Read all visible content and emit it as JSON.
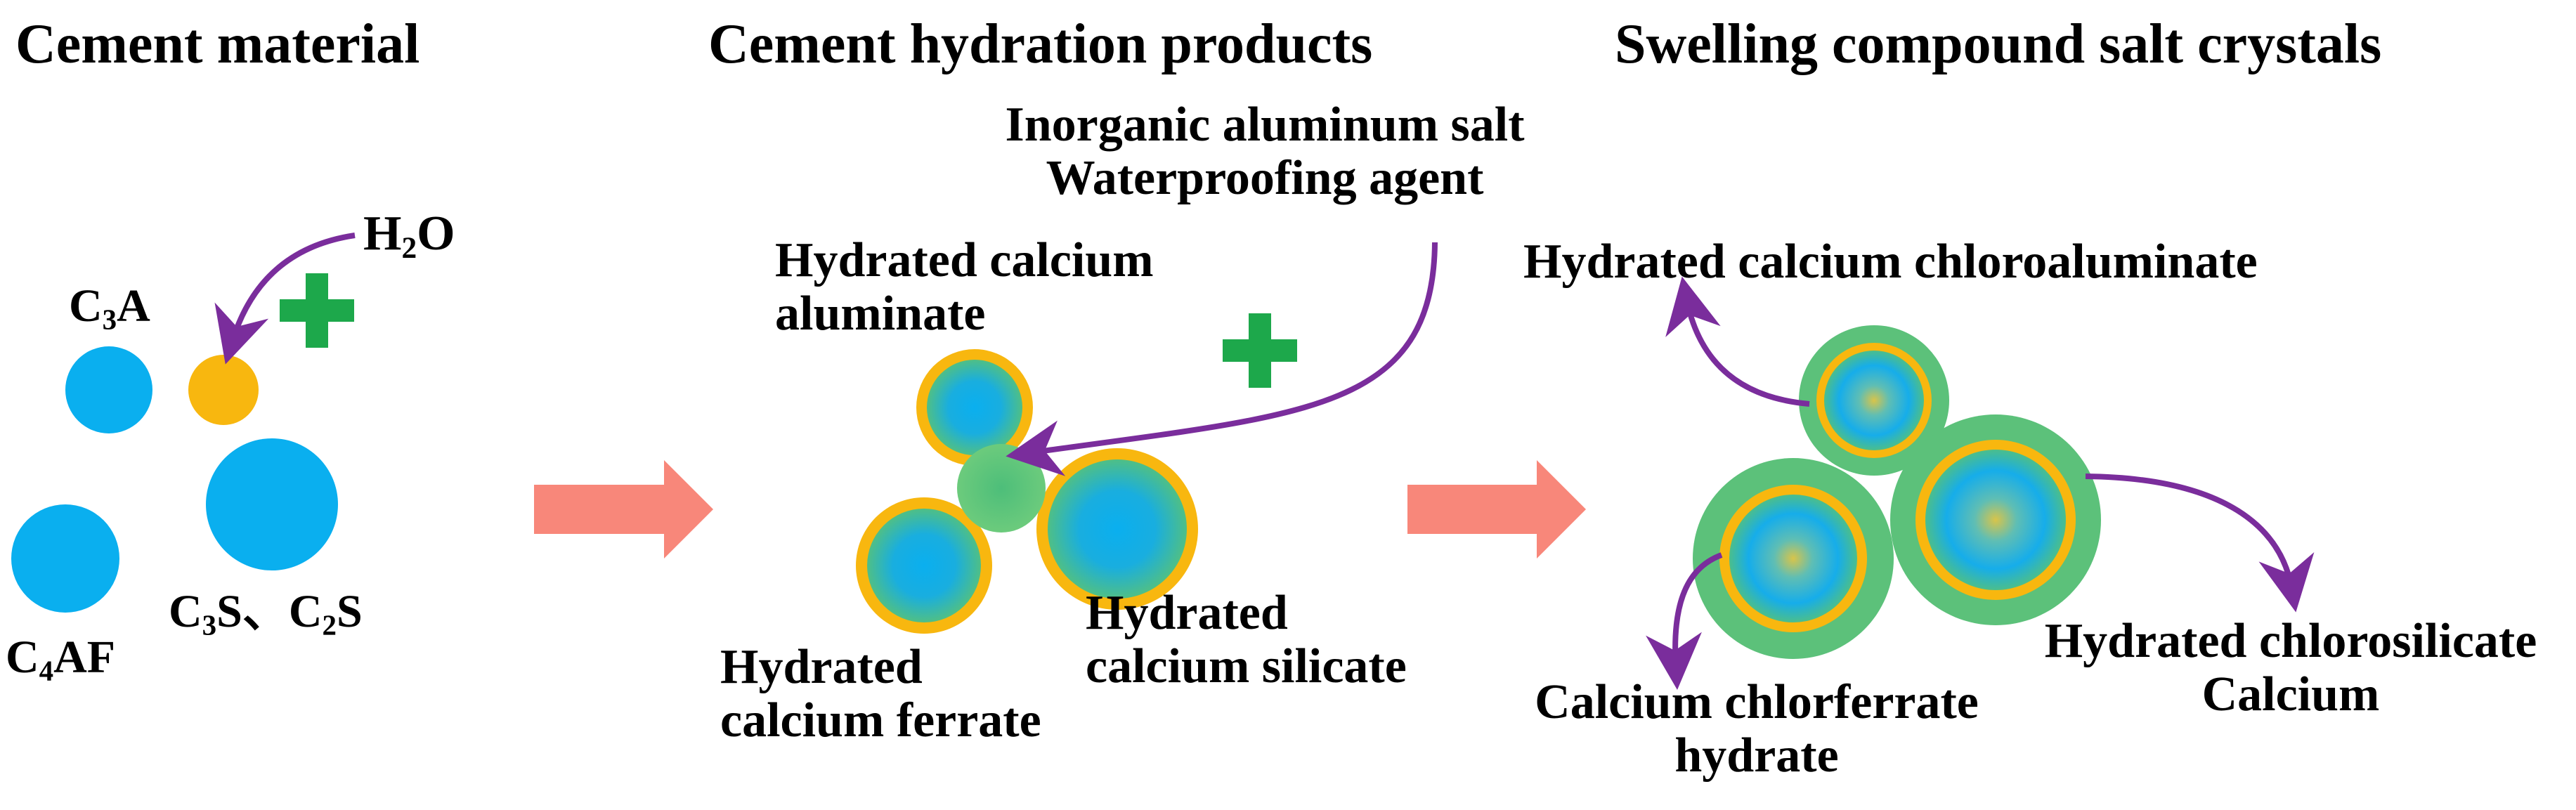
{
  "titles": {
    "cement_material": "Cement material",
    "hydration_products": "Cement hydration products",
    "swelling_crystals": "Swelling compound salt crystals"
  },
  "panel1": {
    "c3a": {
      "main": "C",
      "sub": "3",
      "rest": "A"
    },
    "c4af": {
      "main": "C",
      "sub": "4",
      "rest": "AF"
    },
    "c3s_c2s": {
      "c1": "C",
      "s1": "3",
      "r1": "S、",
      "c2": "C",
      "s2": "2",
      "r2": "S"
    },
    "water": {
      "main": "H",
      "sub": "2",
      "rest": "O"
    }
  },
  "panel2": {
    "additive_line1": "Inorganic aluminum salt",
    "additive_line2": "Waterproofing agent",
    "aluminate_line1": "Hydrated calcium",
    "aluminate_line2": "aluminate",
    "ferrate_line1": "Hydrated",
    "ferrate_line2": "calcium ferrate",
    "silicate_line1": "Hydrated",
    "silicate_line2": "calcium silicate"
  },
  "panel3": {
    "chloroaluminate": "Hydrated calcium chloroaluminate",
    "chlorferrate_line1": "Calcium chlorferrate",
    "chlorferrate_line2": "hydrate",
    "chlorosilicate_line1": "Hydrated chlorosilicate",
    "chlorosilicate_line2": "Calcium"
  },
  "colors": {
    "particle_blue": "#0AAFEF",
    "shell_orange": "#F8B70F",
    "shell_green": "#5CC17A",
    "plus_green": "#1DA84B",
    "arrow_salmon": "#F8877A",
    "arrow_purple": "#7A2D9C"
  }
}
